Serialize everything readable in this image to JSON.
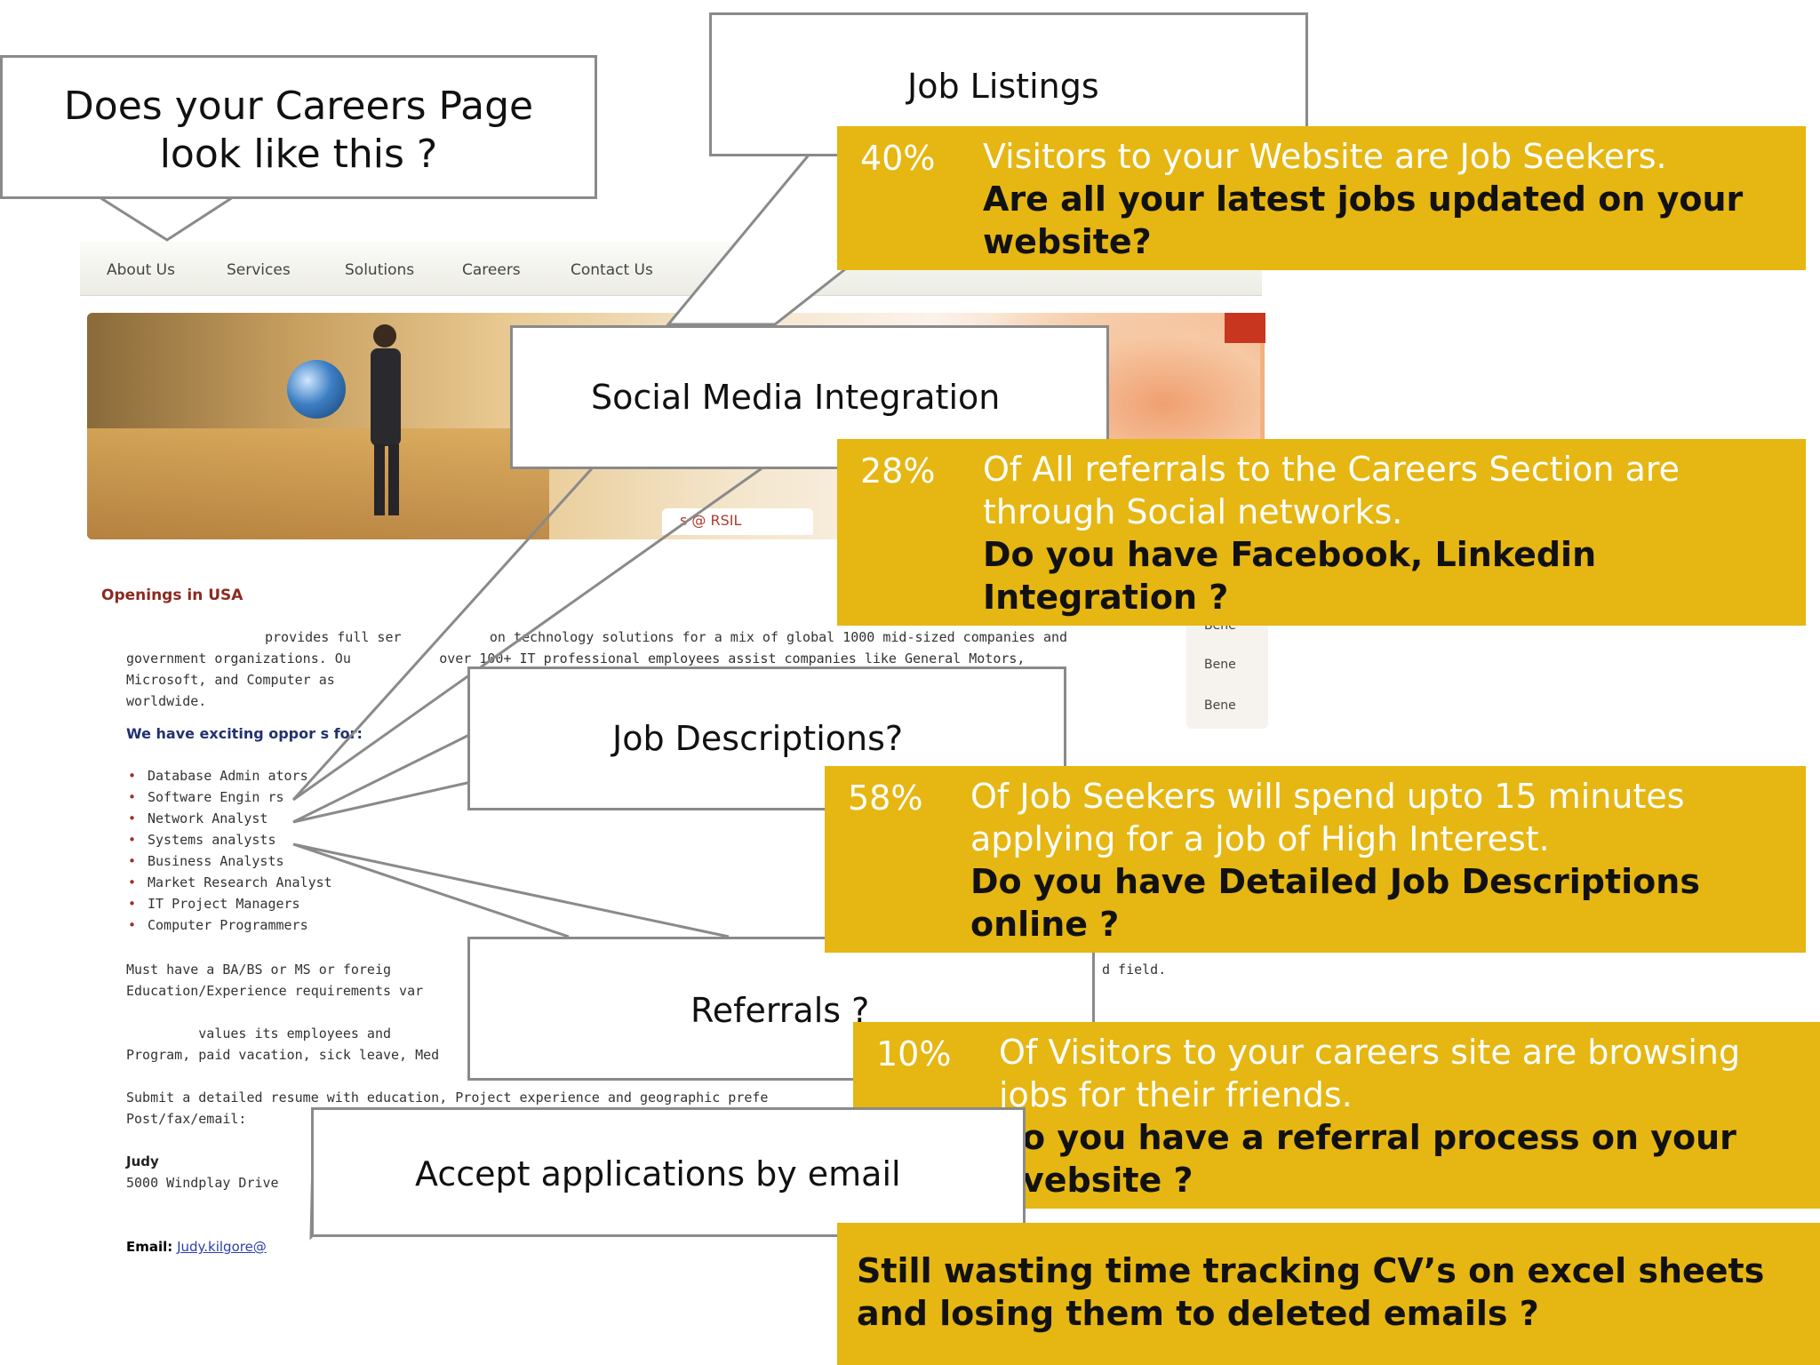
{
  "mock_page": {
    "nav": [
      "About Us",
      "Services",
      "Solutions",
      "Careers",
      "Contact Us"
    ],
    "hero_tab": "s @ RSIL",
    "openings_heading": "Openings in USA",
    "intro_lines": [
      "provides full ser           on technology solutions for a mix of global 1000 mid-sized companies and",
      "government organizations. Ou           over 100+ IT professional employees assist companies like General Motors,",
      "Microsoft, and Computer as                                                                  ngagement",
      "worldwide."
    ],
    "opportunities_label": "We have exciting oppor         s for:",
    "roles": [
      "Database Admin      ators",
      "Software Engin     rs",
      "Network Analyst",
      "Systems analysts",
      "Business Analysts",
      "Market Research Analyst",
      "IT Project Managers",
      "Computer Programmers"
    ],
    "requirements_lines": [
      "Must have a BA/BS or MS or foreig",
      "Education/Experience requirements var"
    ],
    "requirements_tail": "d field.",
    "benefits_lines": [
      "         values its employees and",
      "Program, paid vacation, sick leave, Med"
    ],
    "submit_lines": [
      "Submit a detailed resume with education, Project experience and geographic prefe",
      "Post/fax/email:"
    ],
    "contact_name": "Judy",
    "contact_address": "5000 Windplay Drive",
    "email_label": "Email:",
    "email_value": "Judy.kilgore@",
    "sidebar_items": [
      "Bene",
      "Bene",
      "Bene"
    ]
  },
  "callouts": {
    "careers_question": [
      "Does your Careers Page",
      "look like this ?"
    ],
    "job_listings": "Job Listings",
    "social_media": "Social Media Integration",
    "job_descriptions": "Job Descriptions?",
    "referrals": "Referrals ?",
    "accept_email": "Accept applications by email"
  },
  "stats": [
    {
      "percent": "40%",
      "lines": [
        "Visitors to your Website are Job Seekers."
      ],
      "question": [
        "Are all your latest jobs updated on your",
        "website?"
      ]
    },
    {
      "percent": "28%",
      "lines": [
        "Of All referrals to the Careers Section are",
        "through Social networks."
      ],
      "question": [
        "Do you have Facebook, Linkedin",
        "Integration ?"
      ]
    },
    {
      "percent": "58%",
      "lines": [
        "Of Job Seekers will spend upto 15 minutes",
        "applying for a job of High Interest."
      ],
      "question": [
        "Do you have Detailed Job Descriptions",
        "online ?"
      ]
    },
    {
      "percent": "10%",
      "lines": [
        "Of Visitors to your careers site are browsing",
        "jobs for their friends."
      ],
      "question": [
        "o you have a referral process on your",
        "vebsite ?"
      ]
    }
  ],
  "closing": [
    "Still wasting time tracking CV’s on excel sheets",
    "and losing them to deleted emails ?"
  ],
  "colors": {
    "gold": "#e6b612",
    "callout_border": "#8a8a8a",
    "heading_red": "#8b2a20",
    "nav_blue": "#22326e"
  }
}
